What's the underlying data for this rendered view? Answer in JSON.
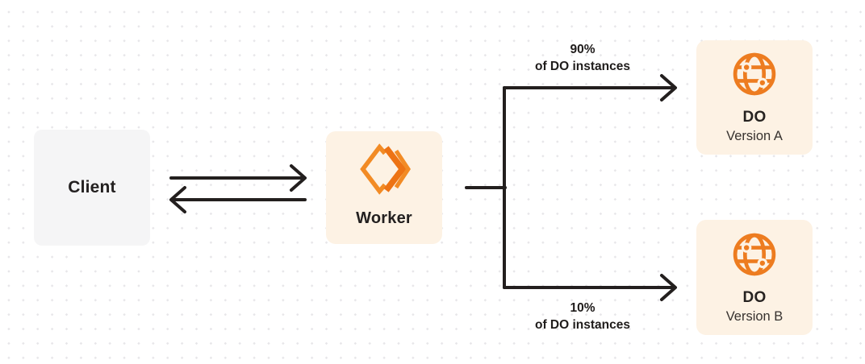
{
  "diagram": {
    "client": {
      "label": "Client"
    },
    "worker": {
      "label": "Worker"
    },
    "do_version_a": {
      "title": "DO",
      "subtitle": "Version A"
    },
    "do_version_b": {
      "title": "DO",
      "subtitle": "Version B"
    },
    "branch_top_label": {
      "line1": "90%",
      "line2": "of DO instances"
    },
    "branch_bottom_label": {
      "line1": "10%",
      "line2": "of DO instances"
    },
    "icons": {
      "worker_icon": "cloudflare-workers-icon",
      "do_a_icon": "globe-icon",
      "do_b_icon": "globe-icon"
    },
    "colors": {
      "accent_orange": "#ED7C20",
      "accent_orange_light": "#F28B25",
      "accent_orange_deep": "#ED7314",
      "line_dark": "#231F1E",
      "box_cream": "#FDF2E4",
      "box_gray": "#F5F5F6",
      "dot_grid": "#E7E6E9",
      "background": "#FFFFFF",
      "text_dark": "#232020"
    }
  }
}
